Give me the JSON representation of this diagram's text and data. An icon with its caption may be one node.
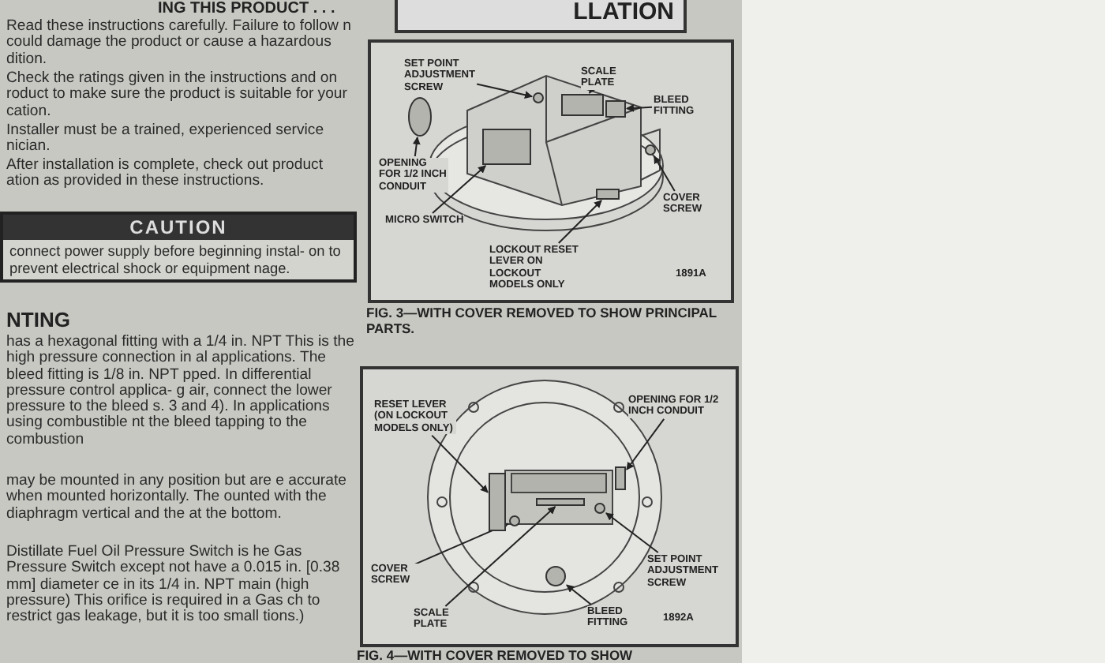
{
  "diagram": {
    "nodes": [
      {
        "text": [
          "CAUTION",
          "connect power supply before beginning instal- on to prevent electrical shock or equipment nage."
        ]
      },
      {
        "text": [
          "SET POINT ADJUSTMENT SCREW"
        ]
      },
      {
        "text": [
          "SCALE PLATE"
        ]
      },
      {
        "text": [
          "BLEED FITTING"
        ]
      },
      {
        "text": [
          "OPENING FOR 1/2 INCH CONDUIT"
        ]
      },
      {
        "text": [
          "MICRO SWITCH"
        ]
      },
      {
        "text": [
          "COVER SCREW"
        ]
      },
      {
        "text": [
          "LOCKOUT RESET LEVER ON LOCKOUT MODELS ONLY"
        ]
      },
      {
        "text": [
          "RESET LEVER (ON LOCKOUT MODELS ONLY)"
        ]
      },
      {
        "text": [
          "OPENING FOR 1/2 INCH CONDUIT"
        ]
      },
      {
        "text": [
          "COVER SCREW"
        ]
      },
      {
        "text": [
          "SET POINT ADJUSTMENT SCREW"
        ]
      },
      {
        "text": [
          "SCALE PLATE"
        ]
      },
      {
        "text": [
          "BLEED FITTING"
        ]
      },
      {
        "text": [],
        "shape": "circle"
      },
      {
        "text": [],
        "shape": "box"
      },
      {
        "text": [],
        "shape": "box"
      },
      {
        "text": [],
        "shape": "circle"
      },
      {
        "text": [],
        "shape": "box"
      },
      {
        "text": [],
        "shape": "circle"
      },
      {
        "text": [],
        "shape": "box"
      },
      {
        "text": [],
        "shape": "box"
      },
      {
        "text": [],
        "shape": "box"
      },
      {
        "text": [],
        "shape": "circle"
      },
      {
        "text": [],
        "shape": "circle"
      },
      {
        "text": [],
        "shape": "box"
      },
      {
        "text": [],
        "shape": "circle"
      }
    ],
    "edges": [
      {
        "from": 1,
        "to": 14,
        "arrow": "to"
      },
      {
        "from": 2,
        "to": 15,
        "arrow": "to"
      },
      {
        "from": 3,
        "to": 16,
        "arrow": "to"
      },
      {
        "from": 4,
        "to": 17,
        "arrow": "to"
      },
      {
        "from": 5,
        "to": 18,
        "arrow": "to"
      },
      {
        "from": 6,
        "to": 19,
        "arrow": "to"
      },
      {
        "from": 7,
        "to": 20,
        "arrow": "to"
      },
      {
        "from": 8,
        "to": 21,
        "arrow": "to"
      },
      {
        "from": 9,
        "to": 22,
        "arrow": "to"
      },
      {
        "from": 10,
        "to": 23,
        "arrow": "to"
      },
      {
        "from": 11,
        "to": 24,
        "arrow": "to"
      },
      {
        "from": 12,
        "to": 25,
        "arrow": "to"
      },
      {
        "from": 13,
        "to": 26,
        "arrow": "to"
      }
    ],
    "labels": [
      "ING THIS PRODUCT . . .",
      "Read these instructions carefully. Failure to follow n could damage the product or cause a hazardous dition.",
      "Check the ratings given in the instructions and on roduct to make sure the product is suitable for your cation.",
      "Installer must be a trained, experienced service nician.",
      "After installation is complete, check out product ation as provided in these instructions.",
      "NTING",
      "has a hexagonal fitting with a 1/4 in. NPT This is the high pressure connection in al applications. The bleed fitting is 1/8 in. NPT pped. In differential pressure control applica- g air, connect the lower pressure to the bleed s. 3 and 4). In applications using combustible nt the bleed tapping to the combustion",
      "may be mounted in any position but are e accurate when mounted horizontally. The ounted with the diaphragm vertical and the at the bottom.",
      "Distillate Fuel Oil Pressure Switch is he Gas Pressure Switch except not have a 0.015 in. [0.38 mm] diameter ce in its 1/4 in. NPT main (high pressure) This orifice is required in a Gas ch to restrict gas leakage, but it is too small tions.)",
      "LLATION",
      "1891A",
      "FIG. 3—WITH COVER REMOVED TO SHOW PRINCIPAL PARTS.",
      "1892A",
      "FIG. 4—WITH COVER REMOVED TO SHOW"
    ]
  }
}
